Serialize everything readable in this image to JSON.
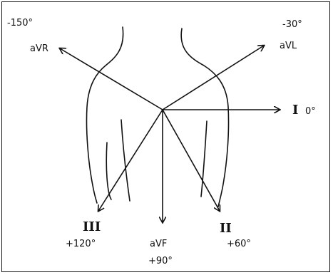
{
  "diagram": {
    "corner_left_angle": "-150°",
    "corner_right_angle": "-30°",
    "leads": {
      "aVR": {
        "label": "aVR"
      },
      "aVL": {
        "label": "aVL"
      },
      "I": {
        "label": "I",
        "angle": "0°"
      },
      "II": {
        "label": "II",
        "angle": "+60°"
      },
      "III": {
        "label": "III",
        "angle": "+120°"
      },
      "aVF": {
        "label": "aVF",
        "angle": "+90°"
      }
    }
  },
  "colors": {
    "ink": "#111111",
    "background": "#ffffff"
  }
}
